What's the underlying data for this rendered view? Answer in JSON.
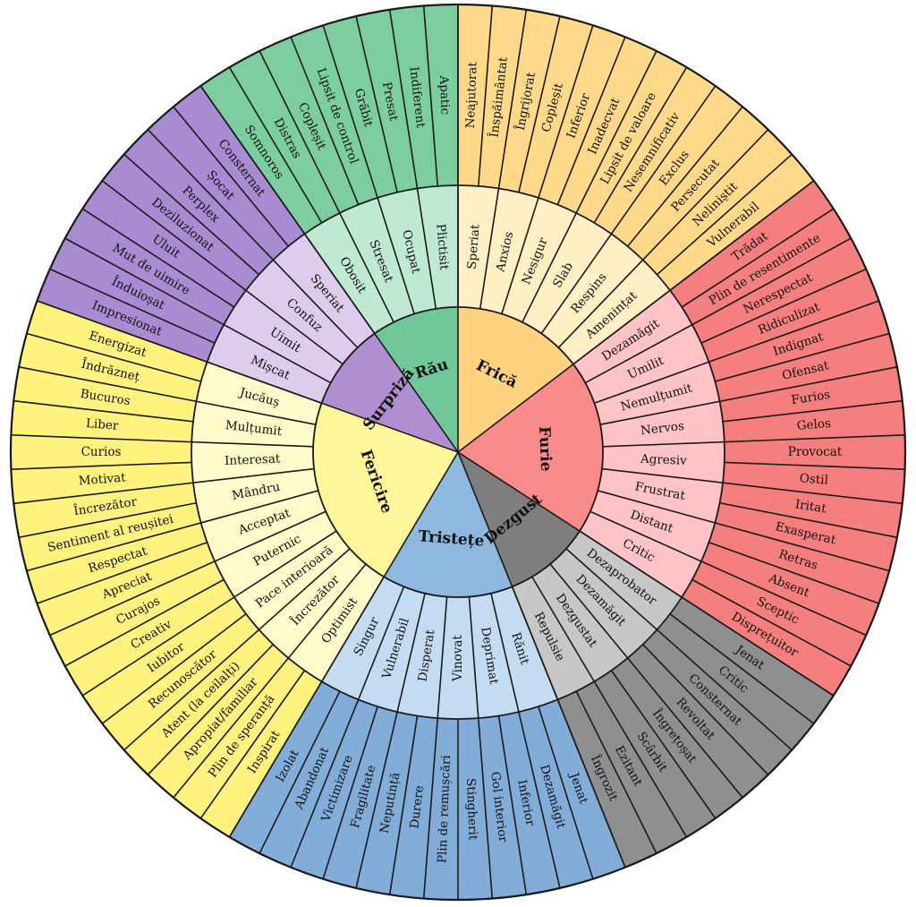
{
  "wheel": {
    "emotions": [
      {
        "name": "Frică",
        "colors": {
          "core": "#FFD27F",
          "mid": "#FFEFC4",
          "outer": "#FFD98A"
        },
        "sub": [
          {
            "name": "Speriat",
            "outer": [
              "Neajutorat",
              "Înspăimântat"
            ]
          },
          {
            "name": "Anxios",
            "outer": [
              "Îngrijorat",
              "Copleșit"
            ]
          },
          {
            "name": "Nesigur",
            "outer": [
              "Inferior",
              "Inadecvat"
            ]
          },
          {
            "name": "Slab",
            "outer": [
              "Lipsit de valoare",
              "Nesemnificativ"
            ]
          },
          {
            "name": "Respins",
            "outer": [
              "Exclus",
              "Persecutat"
            ]
          },
          {
            "name": "Amenințat",
            "outer": [
              "Neliniștit",
              "Vulnerabil"
            ]
          }
        ]
      },
      {
        "name": "Furie",
        "colors": {
          "core": "#F98B8B",
          "mid": "#FDC3C6",
          "outer": "#F57F7F"
        },
        "sub": [
          {
            "name": "Dezamăgit",
            "outer": [
              "Trădat",
              "Plin de resentimente"
            ]
          },
          {
            "name": "Umilit",
            "outer": [
              "Nerespectat",
              "Ridiculizat"
            ]
          },
          {
            "name": "Nemulțumit",
            "outer": [
              "Indignat",
              "Ofensat"
            ]
          },
          {
            "name": "Nervos",
            "outer": [
              "Furios",
              "Gelos"
            ]
          },
          {
            "name": "Agresiv",
            "outer": [
              "Provocat",
              "Ostil"
            ]
          },
          {
            "name": "Frustrat",
            "outer": [
              "Iritat",
              "Exasperat"
            ]
          },
          {
            "name": "Distant",
            "outer": [
              "Retras",
              "Absent"
            ]
          },
          {
            "name": "Critic",
            "outer": [
              "Sceptic",
              "Disprețuitor"
            ]
          }
        ]
      },
      {
        "name": "Dezgust",
        "colors": {
          "core": "#7E7E7E",
          "mid": "#C7C7C7",
          "outer": "#8F8F8F"
        },
        "sub": [
          {
            "name": "Dezaprobator",
            "outer": [
              "Jenat",
              "Critic"
            ]
          },
          {
            "name": "Dezamăgit",
            "outer": [
              "Consternat",
              "Revoltat"
            ]
          },
          {
            "name": "Dezgustat",
            "outer": [
              "Îngrețoșat",
              "Scârbit"
            ]
          },
          {
            "name": "Repulsie",
            "outer": [
              "Ezitant",
              "Îngrozit"
            ]
          }
        ]
      },
      {
        "name": "Tristețe",
        "colors": {
          "core": "#8EB8DF",
          "mid": "#C3DCF1",
          "outer": "#82ADD8"
        },
        "sub": [
          {
            "name": "Rănit",
            "outer": [
              "Jenat",
              "Dezamăgit"
            ]
          },
          {
            "name": "Deprimat",
            "outer": [
              "Inferior",
              "Gol interior"
            ]
          },
          {
            "name": "Vinovat",
            "outer": [
              "Stingherit",
              "Plin de remușcări"
            ]
          },
          {
            "name": "Disperat",
            "outer": [
              "Durere",
              "Neputință"
            ]
          },
          {
            "name": "Vulnerabil",
            "outer": [
              "Fragilitate",
              "Victimizare"
            ]
          },
          {
            "name": "Singur",
            "outer": [
              "Abandonat",
              "Izolat"
            ]
          }
        ]
      },
      {
        "name": "Fericire",
        "colors": {
          "core": "#FFF79A",
          "mid": "#FFFBCB",
          "outer": "#FFF27F"
        },
        "sub": [
          {
            "name": "Optimist",
            "outer": [
              "Inspirat",
              "Plin de speranță"
            ]
          },
          {
            "name": "Încrezător",
            "outer": [
              "Apropiat/familiar",
              "Atent (la ceilalți)"
            ]
          },
          {
            "name": "Pace interioară",
            "outer": [
              "Recunoscător",
              "Iubitor"
            ]
          },
          {
            "name": "Puternic",
            "outer": [
              "Creativ",
              "Curajos"
            ]
          },
          {
            "name": "Acceptat",
            "outer": [
              "Apreciat",
              "Respectat"
            ]
          },
          {
            "name": "Mândru",
            "outer": [
              "Sentiment al reușitei",
              "Încrezător"
            ]
          },
          {
            "name": "Interesat",
            "outer": [
              "Motivat",
              "Curios"
            ]
          },
          {
            "name": "Mulțumit",
            "outer": [
              "Liber",
              "Bucuros"
            ]
          },
          {
            "name": "Jucăuș",
            "outer": [
              "Îndrăzneț",
              "Energizat"
            ]
          }
        ]
      },
      {
        "name": "Surpriză",
        "colors": {
          "core": "#B08FD0",
          "mid": "#DDCCEC",
          "outer": "#A98BD2"
        },
        "sub": [
          {
            "name": "Mișcat",
            "outer": [
              "Impresionat",
              "Înduioșat"
            ]
          },
          {
            "name": "Uimit",
            "outer": [
              "Mut de uimire",
              "Uluit"
            ]
          },
          {
            "name": "Confuz",
            "outer": [
              "Deziluzionat",
              "Perplex"
            ]
          },
          {
            "name": "Speriat",
            "outer": [
              "Șocat",
              "Consternat"
            ]
          }
        ]
      },
      {
        "name": "Rău",
        "colors": {
          "core": "#6FC79A",
          "mid": "#BFE9D1",
          "outer": "#7DCE9F"
        },
        "sub": [
          {
            "name": "Obosit",
            "outer": [
              "Somnoros",
              "Distras"
            ]
          },
          {
            "name": "Stresat",
            "outer": [
              "Copleșit",
              "Lipsit de control"
            ]
          },
          {
            "name": "Ocupat",
            "outer": [
              "Grăbit",
              "Presat"
            ]
          },
          {
            "name": "Plictisit",
            "outer": [
              "Indiferent",
              "Apatic"
            ]
          }
        ]
      }
    ]
  }
}
